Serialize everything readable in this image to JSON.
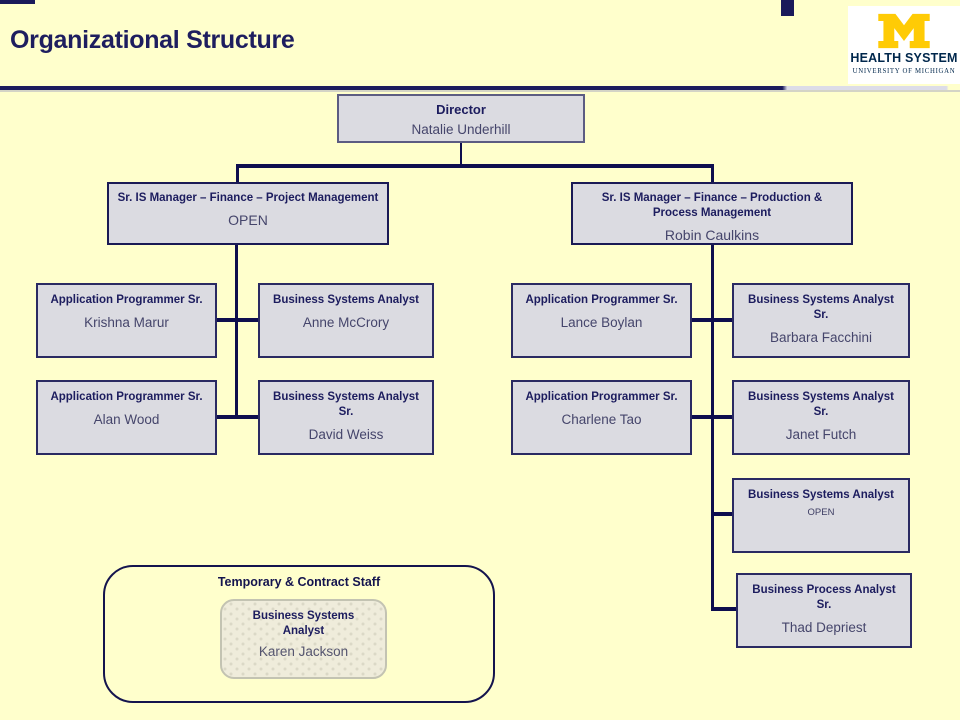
{
  "slide": {
    "title": "Organizational Structure"
  },
  "logo": {
    "mark": "block-M",
    "line1": "HEALTH SYSTEM",
    "line2": "UNIVERSITY OF MICHIGAN"
  },
  "chart": {
    "director": {
      "role": "Director",
      "name": "Natalie Underhill"
    },
    "managers": [
      {
        "role": "Sr. IS Manager – Finance – Project Management",
        "name": "OPEN"
      },
      {
        "role": "Sr. IS Manager – Finance – Production & Process Management",
        "name": "Robin Caulkins"
      }
    ],
    "project_team": [
      {
        "role": "Application Programmer Sr.",
        "name": "Krishna Marur"
      },
      {
        "role": "Business Systems Analyst",
        "name": "Anne McCrory"
      },
      {
        "role": "Application Programmer Sr.",
        "name": "Alan Wood"
      },
      {
        "role": "Business Systems Analyst Sr.",
        "name": "David Weiss"
      }
    ],
    "production_team": [
      {
        "role": "Application Programmer Sr.",
        "name": "Lance Boylan"
      },
      {
        "role": "Business Systems Analyst Sr.",
        "name": "Barbara Facchini"
      },
      {
        "role": "Application Programmer Sr.",
        "name": "Charlene Tao"
      },
      {
        "role": "Business Systems Analyst Sr.",
        "name": "Janet Futch"
      },
      {
        "role": "Business Systems Analyst",
        "name": "OPEN"
      },
      {
        "role": "Business Process Analyst Sr.",
        "name": "Thad Depriest"
      }
    ],
    "temporary": {
      "title": "Temporary & Contract Staff",
      "member": {
        "role": "Business Systems Analyst",
        "name": "Karen Jackson"
      }
    }
  },
  "colors": {
    "background": "#FFFFCC",
    "navy_text": "#1C1C5E",
    "box_fill": "#DBDBE1",
    "connector": "#0E0E4E",
    "logo_maize": "#FFCB05",
    "logo_navy": "#00274C"
  }
}
